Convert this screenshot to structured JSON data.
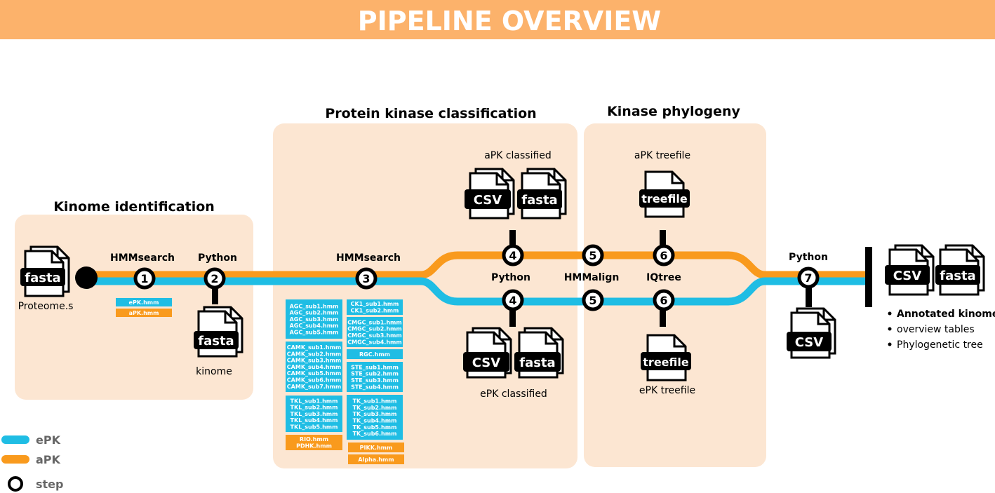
{
  "header": {
    "title": "PIPELINE OVERVIEW"
  },
  "colors": {
    "header_bg": "#fcb26b",
    "panel_bg": "#fce6d2",
    "epk": "#1fbde4",
    "apk": "#f99a1d",
    "ink": "#000000",
    "hmm_text": "#ffffff"
  },
  "sections": {
    "identification": "Kinome identification",
    "classification": "Protein kinase classification",
    "phylogeny": "Kinase phylogeny"
  },
  "tools": {
    "hmmsearch1": "HMMsearch",
    "python2": "Python",
    "hmmsearch3": "HMMsearch",
    "python4": "Python",
    "hmmalign5": "HMMalign",
    "iqtree6": "IQtree",
    "python7": "Python"
  },
  "steps": {
    "s1": "1",
    "s2": "2",
    "s3": "3",
    "s4": "4",
    "s5": "5",
    "s6": "6",
    "s7": "7"
  },
  "files": {
    "fasta": "fasta",
    "csv": "CSV",
    "treefile": "treefile",
    "proteome": "Proteome.s",
    "kinome": "kinome",
    "apk_classified": "aPK classified",
    "epk_classified": "ePK classified",
    "apk_treefile": "aPK treefile",
    "epk_treefile": "ePK treefile"
  },
  "hmm_step1": {
    "epk": "ePK.hmm",
    "apk": "aPK.hmm"
  },
  "hmm_groups": {
    "agc": [
      "AGC_sub1.hmm",
      "AGC_sub2.hmm",
      "AGC_sub3.hmm",
      "AGC_sub4.hmm",
      "AGC_sub5.hmm"
    ],
    "camk": [
      "CAMK_sub1.hmm",
      "CAMK_sub2.hmm",
      "CAMK_sub3.hmm",
      "CAMK_sub4.hmm",
      "CAMK_sub5.hmm",
      "CAMK_sub6.hmm",
      "CAMK_sub7.hmm"
    ],
    "tkl": [
      "TKL_sub1.hmm",
      "TKL_sub2.hmm",
      "TKL_sub3.hmm",
      "TKL_sub4.hmm",
      "TKL_sub5.hmm"
    ],
    "rio": [
      "RIO.hmm",
      "PDHK.hmm"
    ],
    "ck1": [
      "CK1_sub1.hmm",
      "CK1_sub2.hmm"
    ],
    "cmgc": [
      "CMGC_sub1.hmm",
      "CMGC_sub2.hmm",
      "CMGC_sub3.hmm",
      "CMGC_sub4.hmm"
    ],
    "rgc": [
      "RGC.hmm"
    ],
    "ste": [
      "STE_sub1.hmm",
      "STE_sub2.hmm",
      "STE_sub3.hmm",
      "STE_sub4.hmm"
    ],
    "tk": [
      "TK_sub1.hmm",
      "TK_sub2.hmm",
      "TK_sub3.hmm",
      "TK_sub4.hmm",
      "TK_sub5.hmm",
      "TK_sub6.hmm"
    ],
    "pikk": [
      "PIKK.hmm"
    ],
    "alpha": [
      "Alpha.hmm"
    ]
  },
  "outputs": [
    "Annotated kinome",
    "overview tables",
    "Phylogenetic tree"
  ],
  "legend": {
    "epk": "ePK",
    "apk": "aPK",
    "step": "step"
  }
}
